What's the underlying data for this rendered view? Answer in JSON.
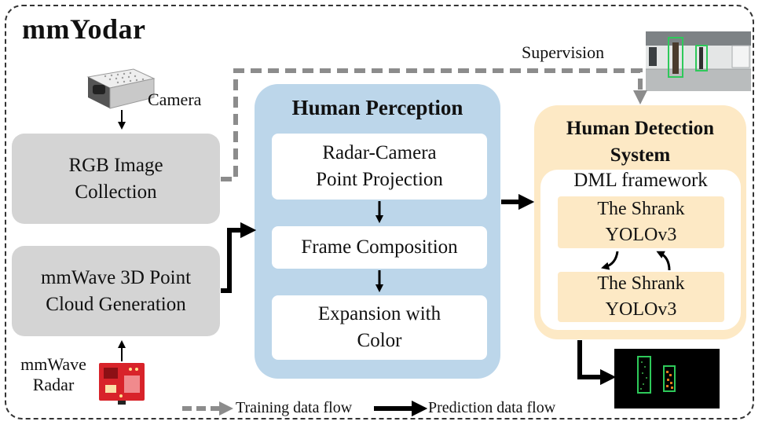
{
  "title": "mmYodar",
  "camera_label": "Camera",
  "supervision_label": "Supervision",
  "rgb_box": {
    "line1": "RGB Image",
    "line2": "Collection"
  },
  "mmwave_box": {
    "line1": "mmWave 3D Point",
    "line2": "Cloud Generation"
  },
  "radar_label": {
    "line1": "mmWave",
    "line2": "Radar"
  },
  "perception": {
    "title": "Human Perception",
    "step1": {
      "line1": "Radar-Camera",
      "line2": "Point Projection"
    },
    "step2": "Frame Composition",
    "step3": {
      "line1": "Expansion with",
      "line2": "Color"
    }
  },
  "detection": {
    "title_line1": "Human Detection",
    "title_line2": "System",
    "framework_label": "DML framework",
    "model_a": {
      "line1": "The Shrank",
      "line2": "YOLOv3"
    },
    "model_b": {
      "line1": "The Shrank",
      "line2": "YOLOv3"
    }
  },
  "legend": {
    "training": "Training data flow",
    "prediction": "Prediction data flow"
  },
  "colors": {
    "gray_box": "#d4d4d4",
    "perception_bg": "#bcd6ea",
    "detection_bg": "#fde9c5",
    "training_arrow": "#8c8c8c",
    "prediction_arrow": "#000000",
    "bbox_green": "#2ec95a",
    "radar_board": "#d8232a"
  }
}
